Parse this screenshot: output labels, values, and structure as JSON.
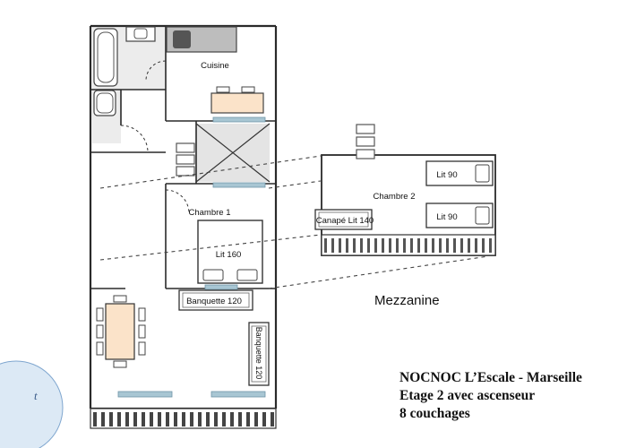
{
  "rooms": {
    "kitchen": "Cuisine",
    "bedroom1": "Chambre 1",
    "bedroom2": "Chambre 2"
  },
  "furniture": {
    "bed160": "Lit 160",
    "bed90_top": "Lit 90",
    "bed90_bottom": "Lit 90",
    "sofa_bed140": "Canapé Lit 140",
    "bench120_h": "Banquette 120",
    "bench120_v": "Banquette 120"
  },
  "mezzanine_label": "Mezzanine",
  "caption": {
    "line1": "NOCNOC L’Escale - Marseille",
    "line2": "Etage 2 avec ascenseur",
    "line3": "8 couchages"
  },
  "corner_logo_text": "t",
  "colors": {
    "wall": "#2a2a2a",
    "wet_area": "#ececec",
    "counter": "#fbe3c9",
    "window": "#a8c6d3",
    "appliance": "#555555",
    "logo_fill": "#dce9f5",
    "logo_stroke": "#7fa6cf"
  }
}
